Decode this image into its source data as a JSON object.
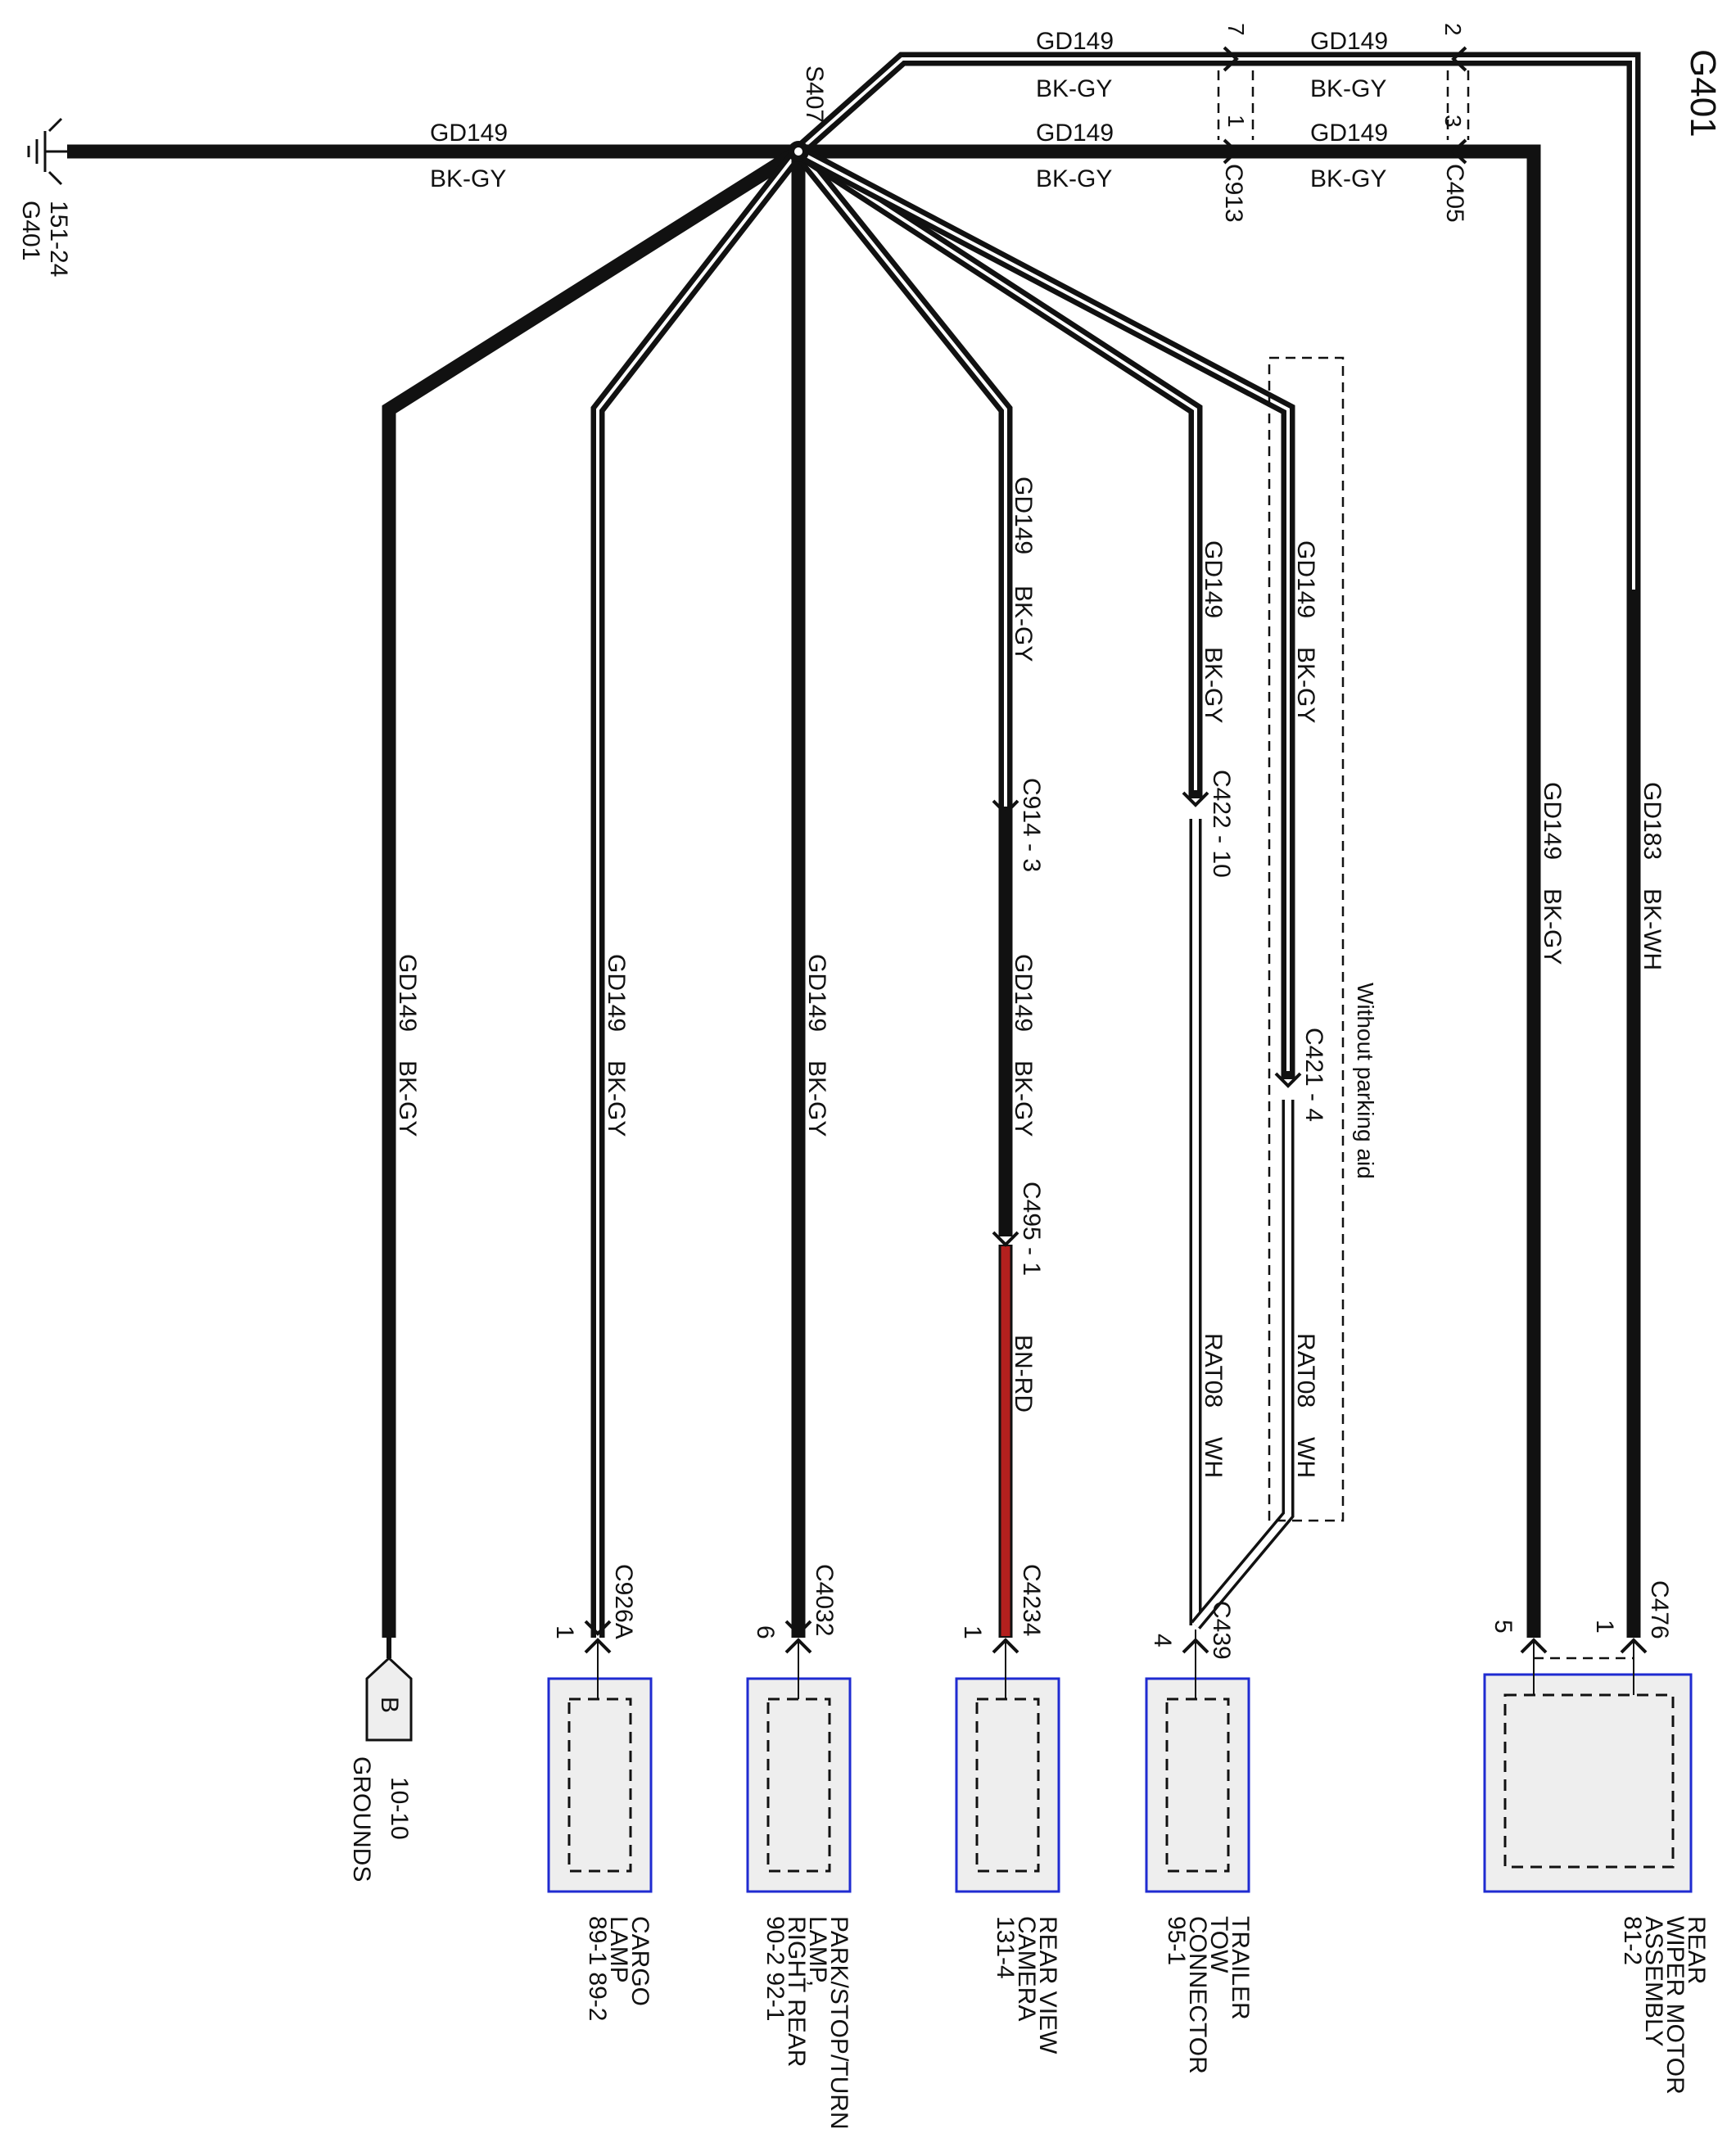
{
  "title": "G401",
  "colors": {
    "wire": "#111111",
    "signal_wire": "#b3201e",
    "component_border": "#1f2bd1",
    "component_fill": "#eeeeee"
  },
  "splice": {
    "id": "S407"
  },
  "ground_source": {
    "id": "G401",
    "page": "151-24",
    "icon": "ground-icon"
  },
  "top_wires": [
    {
      "circuit": "GD149",
      "color": "BK-GY",
      "circuit2": "GD149",
      "color2": "BK-GY",
      "pin_c913": "7",
      "pin_c405": "2"
    },
    {
      "circuit": "GD149",
      "color": "BK-GY",
      "circuit2": "GD149",
      "color2": "BK-GY",
      "pin_c913": "1",
      "pin_c405": "3"
    }
  ],
  "left_wire": {
    "circuit": "GD149",
    "color": "BK-GY"
  },
  "connectors": {
    "c913": "C913",
    "c405": "C405"
  },
  "branches": {
    "grounds": {
      "circuit": "GD149",
      "color": "BK-GY",
      "tag": "B",
      "ref": "10-10",
      "name": "GROUNDS"
    },
    "cargo": {
      "circuit": "GD149",
      "color": "BK-GY",
      "connector": "C926A",
      "pin": "1",
      "name_lines": [
        "CARGO",
        "LAMP"
      ],
      "pages": "89-1    89-2"
    },
    "park": {
      "circuit": "GD149",
      "color": "BK-GY",
      "connector": "C4032",
      "pin": "6",
      "name_lines": [
        "PARK/STOP/TURN",
        "LAMP,",
        "RIGHT REAR"
      ],
      "pages": "90-2    92-1"
    },
    "camera": {
      "circuit": "GD149",
      "color": "BK-GY",
      "conn_a": "C914 - 3",
      "circuit_b": "GD149",
      "color_b": "BK-GY",
      "conn_b": "C495 - 1",
      "color_c": "BN-RD",
      "connector": "C4234",
      "pin": "1",
      "name_lines": [
        "REAR VIEW",
        "CAMERA"
      ],
      "pages": "131-4"
    },
    "trailer_a": {
      "circuit": "GD149",
      "color": "BK-GY",
      "conn_a": "C422 - 10",
      "circuit_b": "RAT08",
      "color_b": "WH"
    },
    "trailer_b": {
      "circuit": "GD149",
      "color": "BK-GY",
      "conn_a": "C421 - 4",
      "circuit_b": "RAT08",
      "color_b": "WH"
    },
    "trailer": {
      "connector": "C439",
      "pin": "4",
      "name_lines": [
        "TRAILER",
        "TOW",
        "CONNECTOR"
      ],
      "pages": "95-1"
    },
    "option_note": "Without parking aid",
    "wiper_a": {
      "circuit": "GD149",
      "color": "BK-GY",
      "pin": "5"
    },
    "wiper_b": {
      "circuit": "GD183",
      "color": "BK-WH",
      "pin": "1"
    },
    "wiper": {
      "connector": "C476",
      "name_lines": [
        "REAR",
        "WIPER MOTOR",
        "ASSEMBLY"
      ],
      "pages": "81-2"
    }
  }
}
